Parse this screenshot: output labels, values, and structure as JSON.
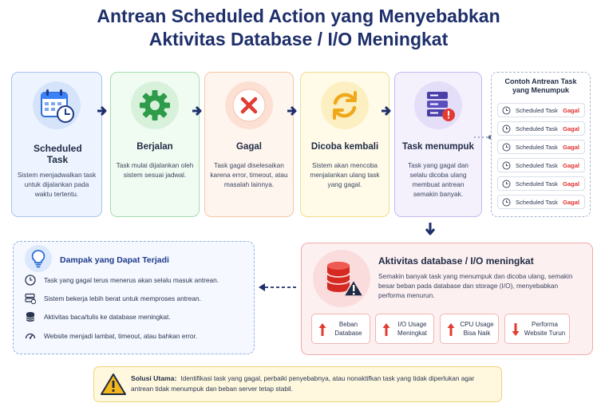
{
  "title": {
    "line1": "Antrean Scheduled Action yang Menyebabkan",
    "line2": "Aktivitas Database / I/O Meningkat"
  },
  "flow": [
    {
      "title": "Scheduled Task",
      "desc": "Sistem menjadwalkan task untuk dijalankan pada waktu tertentu.",
      "icon": "calendar-clock-icon",
      "accent": "#3b82f6"
    },
    {
      "title": "Berjalan",
      "desc": "Task mulai dijalankan oleh sistem sesuai jadwal.",
      "icon": "gear-icon",
      "accent": "#2e9b48"
    },
    {
      "title": "Gagal",
      "desc": "Task gagal diselesaikan karena error, timeout, atau masalah lainnya.",
      "icon": "x-circle-icon",
      "accent": "#e23b33"
    },
    {
      "title": "Dicoba kembali",
      "desc": "Sistem akan mencoba menjalankan ulang task yang gagal.",
      "icon": "retry-icon",
      "accent": "#f0b323"
    },
    {
      "title": "Task menumpuk",
      "desc": "Task yang gagal dan selalu dicoba ulang membuat antrean semakin banyak.",
      "icon": "server-alert-icon",
      "accent": "#4b3fa8"
    }
  ],
  "queue": {
    "title": "Contoh Antrean Task yang Menumpuk",
    "items": [
      {
        "name": "Scheduled Task",
        "status": "Gagal"
      },
      {
        "name": "Scheduled Task",
        "status": "Gagal"
      },
      {
        "name": "Scheduled Task",
        "status": "Gagal"
      },
      {
        "name": "Scheduled Task",
        "status": "Gagal"
      },
      {
        "name": "Scheduled Task",
        "status": "Gagal"
      },
      {
        "name": "Scheduled Task",
        "status": "Gagal"
      }
    ]
  },
  "impact": {
    "title": "Dampak yang Dapat Terjadi",
    "items": [
      {
        "icon": "clock-icon",
        "text": "Task yang gagal terus menerus akan selalu masuk antrean."
      },
      {
        "icon": "server-icon",
        "text": "Sistem bekerja lebih berat untuk memproses antrean."
      },
      {
        "icon": "database-icon",
        "text": "Aktivitas baca/tulis ke database meningkat."
      },
      {
        "icon": "gauge-icon",
        "text": "Website menjadi lambat, timeout, atau bahkan error."
      }
    ]
  },
  "database": {
    "title": "Aktivitas database / I/O meningkat",
    "desc": "Semakin banyak task yang menumpuk dan dicoba ulang, semakin besar beban pada database dan storage (I/O), menyebabkan performa menurun.",
    "metrics": [
      {
        "label": "Beban Database",
        "direction": "up"
      },
      {
        "label": "I/O Usage Meningkat",
        "direction": "up"
      },
      {
        "label": "CPU Usage Bisa Naik",
        "direction": "up"
      },
      {
        "label": "Performa Website Turun",
        "direction": "down"
      }
    ]
  },
  "solution": {
    "label": "Solusi Utama:",
    "text": "Identifikasi task yang gagal, perbaiki penyebabnya, atau nonaktifkan task yang tidak diperlukan agar antrean tidak menumpuk dan beban server tetap stabil."
  },
  "colors": {
    "navy": "#1e2f6b",
    "arrow": "#1e2f6b",
    "error": "#e0312f",
    "warning": "#f0b323"
  }
}
